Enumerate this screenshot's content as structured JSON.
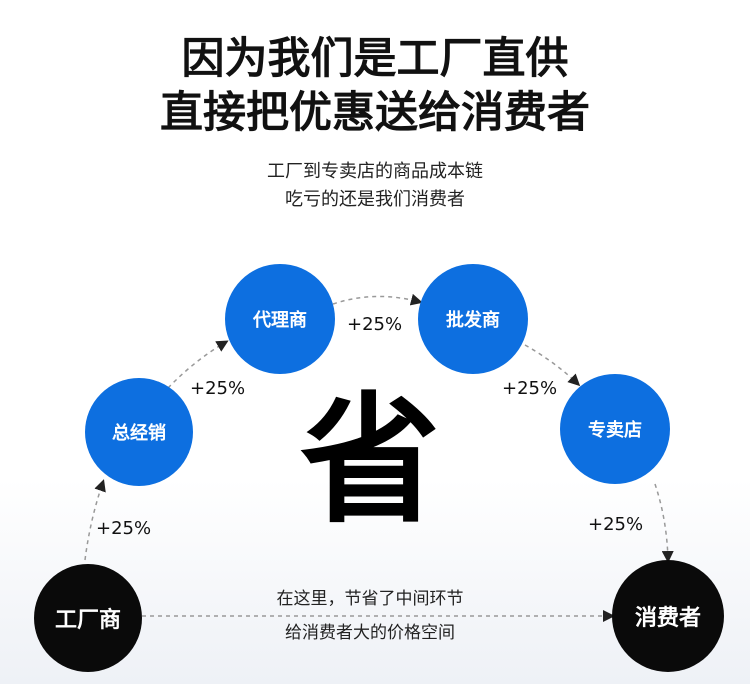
{
  "headline": {
    "line1": "因为我们是工厂直供",
    "line2": "直接把优惠送给消费者"
  },
  "subtitle": {
    "line1": "工厂到专卖店的商品成本链",
    "line2": "吃亏的还是我们消费者"
  },
  "nodes": {
    "factory": "工厂商",
    "distributor": "总经销",
    "agent": "代理商",
    "wholesaler": "批发商",
    "store": "专卖店",
    "consumer": "消费者"
  },
  "markups": {
    "m1": "+25%",
    "m2": "+25%",
    "m3": "+25%",
    "m4": "+25%",
    "m5": "+25%"
  },
  "center_char": "省",
  "bottom_note": {
    "line1": "在这里，节省了中间环节",
    "line2": "给消费者大的价格空间"
  },
  "colors": {
    "node_blue": "#0d6fe0",
    "node_black": "#0a0a0a"
  }
}
